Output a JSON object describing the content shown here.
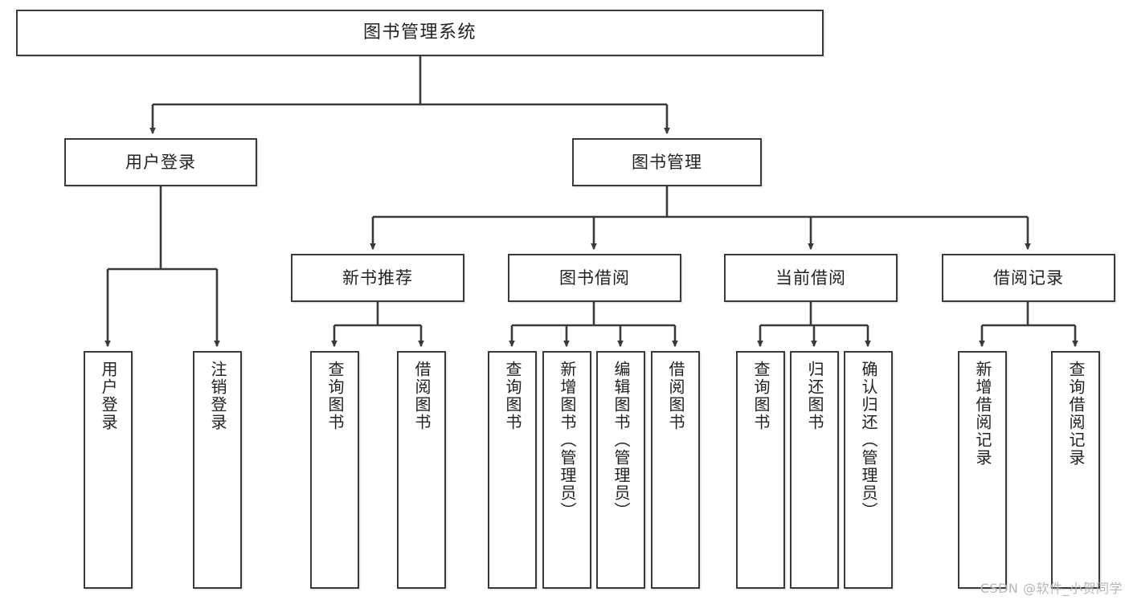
{
  "diagram": {
    "title": "图书管理系统",
    "type": "tree",
    "watermark": "CSDN @软件_小贺同学",
    "colors": {
      "stroke": "#3a3a3a",
      "fill": "#ffffff",
      "text": "#222222",
      "watermark": "#b7b7b7"
    },
    "levels": {
      "root": {
        "label": "图书管理系统"
      },
      "level1": [
        {
          "label": "用户登录"
        },
        {
          "label": "图书管理"
        }
      ],
      "level2": [
        {
          "label": "新书推荐"
        },
        {
          "label": "图书借阅"
        },
        {
          "label": "当前借阅"
        },
        {
          "label": "借阅记录"
        }
      ],
      "leaves": {
        "user_login": [
          {
            "label": "用户登录"
          },
          {
            "label": "注销登录"
          }
        ],
        "new_book": [
          {
            "label": "查询图书"
          },
          {
            "label": "借阅图书"
          }
        ],
        "book_borrow": [
          {
            "label": "查询图书"
          },
          {
            "label": "新增图书（管理员）"
          },
          {
            "label": "编辑图书（管理员）"
          },
          {
            "label": "借阅图书"
          }
        ],
        "current_borrow": [
          {
            "label": "查询图书"
          },
          {
            "label": "归还图书"
          },
          {
            "label": "确认归还（管理员）"
          }
        ],
        "borrow_record": [
          {
            "label": "新增借阅记录"
          },
          {
            "label": "查询借阅记录"
          }
        ]
      }
    }
  }
}
